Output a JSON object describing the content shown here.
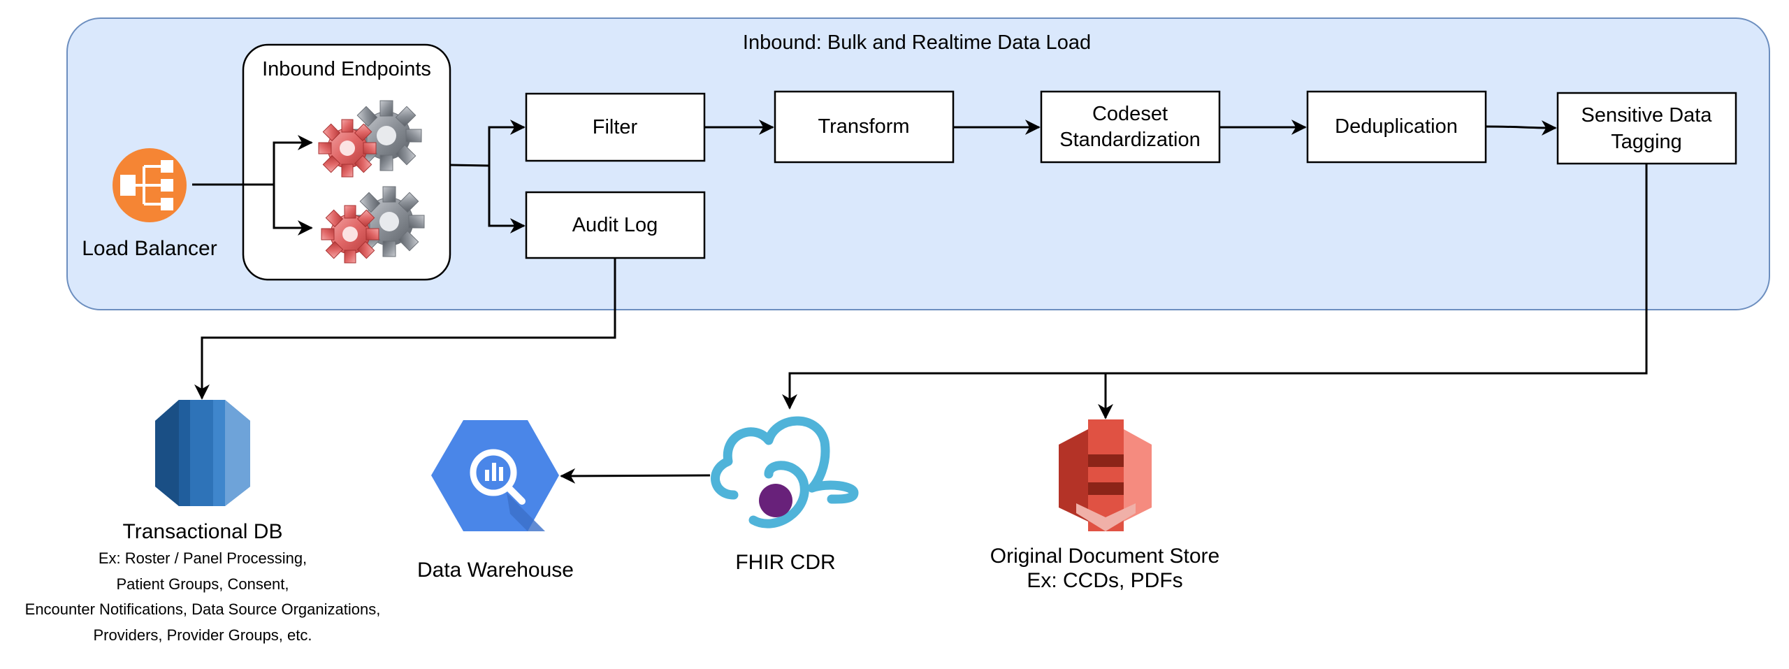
{
  "panel": {
    "title": "Inbound: Bulk and Realtime Data Load",
    "background": "#dae8fc",
    "border": "#6c8ebf"
  },
  "load_balancer": {
    "label": "Load Balancer",
    "color": "#f58534",
    "icon": "load-balancer-icon"
  },
  "endpoints": {
    "title": "Inbound Endpoints",
    "icon": "gears-icon"
  },
  "pipeline": {
    "filter": "Filter",
    "audit_log": "Audit Log",
    "transform": "Transform",
    "codeset_line1": "Codeset",
    "codeset_line2": "Standardization",
    "deduplication": "Deduplication",
    "sensitive_line1": "Sensitive Data",
    "sensitive_line2": "Tagging"
  },
  "transactional_db": {
    "title": "Transactional DB",
    "details": [
      "Ex: Roster / Panel Processing,",
      "Patient Groups,  Consent,",
      "Encounter Notifications, Data Source Organizations,",
      "Providers, Provider Groups, etc."
    ],
    "color": "#2e73b8",
    "icon": "database-icon"
  },
  "data_warehouse": {
    "label": "Data Warehouse",
    "color": "#4a86e8",
    "icon": "bigquery-icon"
  },
  "fhir_cdr": {
    "label": "FHIR CDR",
    "cloud_color": "#4fb3d9",
    "dot_color": "#68217a",
    "icon": "cloud-icon"
  },
  "document_store": {
    "line1": "Original Document Store",
    "line2": "Ex: CCDs, PDFs",
    "color": "#e05243",
    "icon": "s3-bucket-icon"
  }
}
